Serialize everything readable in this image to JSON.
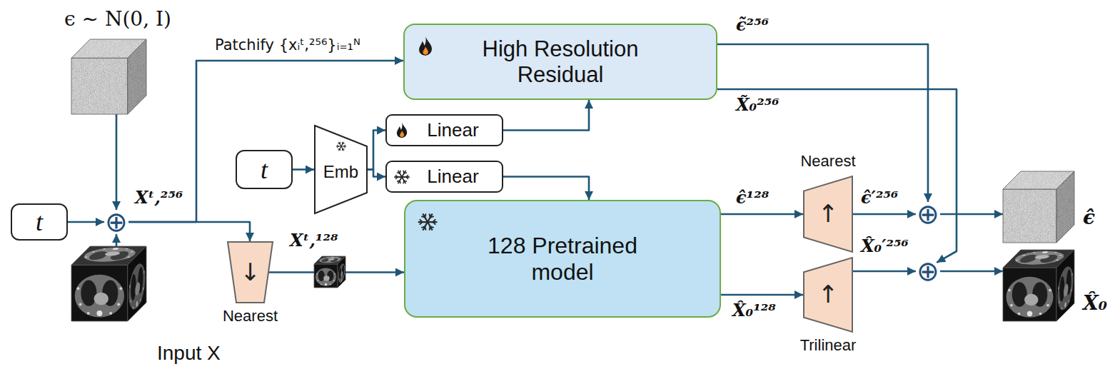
{
  "diagram": {
    "nodes": [
      {
        "text": [
          "ϵ ∼ N(0, I)"
        ]
      },
      {
        "text": [
          "High Resolution Residual"
        ]
      },
      {
        "text": [
          "t"
        ]
      },
      {
        "text": [
          "Emb"
        ]
      },
      {
        "text": [
          "Linear"
        ]
      },
      {
        "text": [
          "Linear"
        ]
      },
      {
        "text": [
          "t"
        ]
      },
      {
        "text": [
          "⊕"
        ]
      },
      {
        "text": [
          "↓",
          "Nearest"
        ]
      },
      {
        "text": [
          "128 Pretrained model"
        ]
      },
      {
        "text": [
          "Nearest",
          "↑"
        ]
      },
      {
        "text": [
          "↑",
          "Trilinear"
        ]
      },
      {
        "text": [
          "⊕"
        ]
      },
      {
        "text": [
          "⊕"
        ]
      },
      {
        "text": [
          "Input X"
        ]
      },
      {
        "text": [
          "ϵ̂"
        ]
      },
      {
        "text": [
          "X̂₀"
        ]
      }
    ],
    "edges": [
      {
        "from": 6,
        "to": 7,
        "arrow": "to"
      },
      {
        "from": 0,
        "to": 7,
        "arrow": "to"
      },
      {
        "from": 14,
        "to": 7,
        "arrow": "to"
      },
      {
        "from": 7,
        "to": 1,
        "arrow": "to",
        "label": "Patchify {xᵢᵗ,²⁵⁶}ᵢ₌₁ᴺ"
      },
      {
        "from": 7,
        "to": 8,
        "arrow": "to"
      },
      {
        "from": 8,
        "to": 9,
        "arrow": "to",
        "label": "Xᵗ,¹²⁸"
      },
      {
        "from": 2,
        "to": 3,
        "arrow": "to"
      },
      {
        "from": 3,
        "to": 4,
        "arrow": "to"
      },
      {
        "from": 3,
        "to": 5,
        "arrow": "to"
      },
      {
        "from": 4,
        "to": 1,
        "arrow": "to"
      },
      {
        "from": 5,
        "to": 9,
        "arrow": "to"
      },
      {
        "from": 9,
        "to": 10,
        "arrow": "to",
        "label": "ϵ̂¹²⁸"
      },
      {
        "from": 9,
        "to": 11,
        "arrow": "to",
        "label": "X̂₀¹²⁸"
      },
      {
        "from": 10,
        "to": 12,
        "arrow": "to",
        "label": "ϵ̂′²⁵⁶"
      },
      {
        "from": 11,
        "to": 13,
        "arrow": "to",
        "label": "X̂₀′²⁵⁶"
      },
      {
        "from": 1,
        "to": 12,
        "arrow": "to",
        "label": "ϵ̃²⁵⁶"
      },
      {
        "from": 1,
        "to": 13,
        "arrow": "to",
        "label": "X̃₀²⁵⁶"
      },
      {
        "from": 12,
        "to": 15,
        "arrow": "to"
      },
      {
        "from": 13,
        "to": 16,
        "arrow": "to"
      }
    ],
    "labels": [
      "Xᵗ,²⁵⁶"
    ]
  }
}
